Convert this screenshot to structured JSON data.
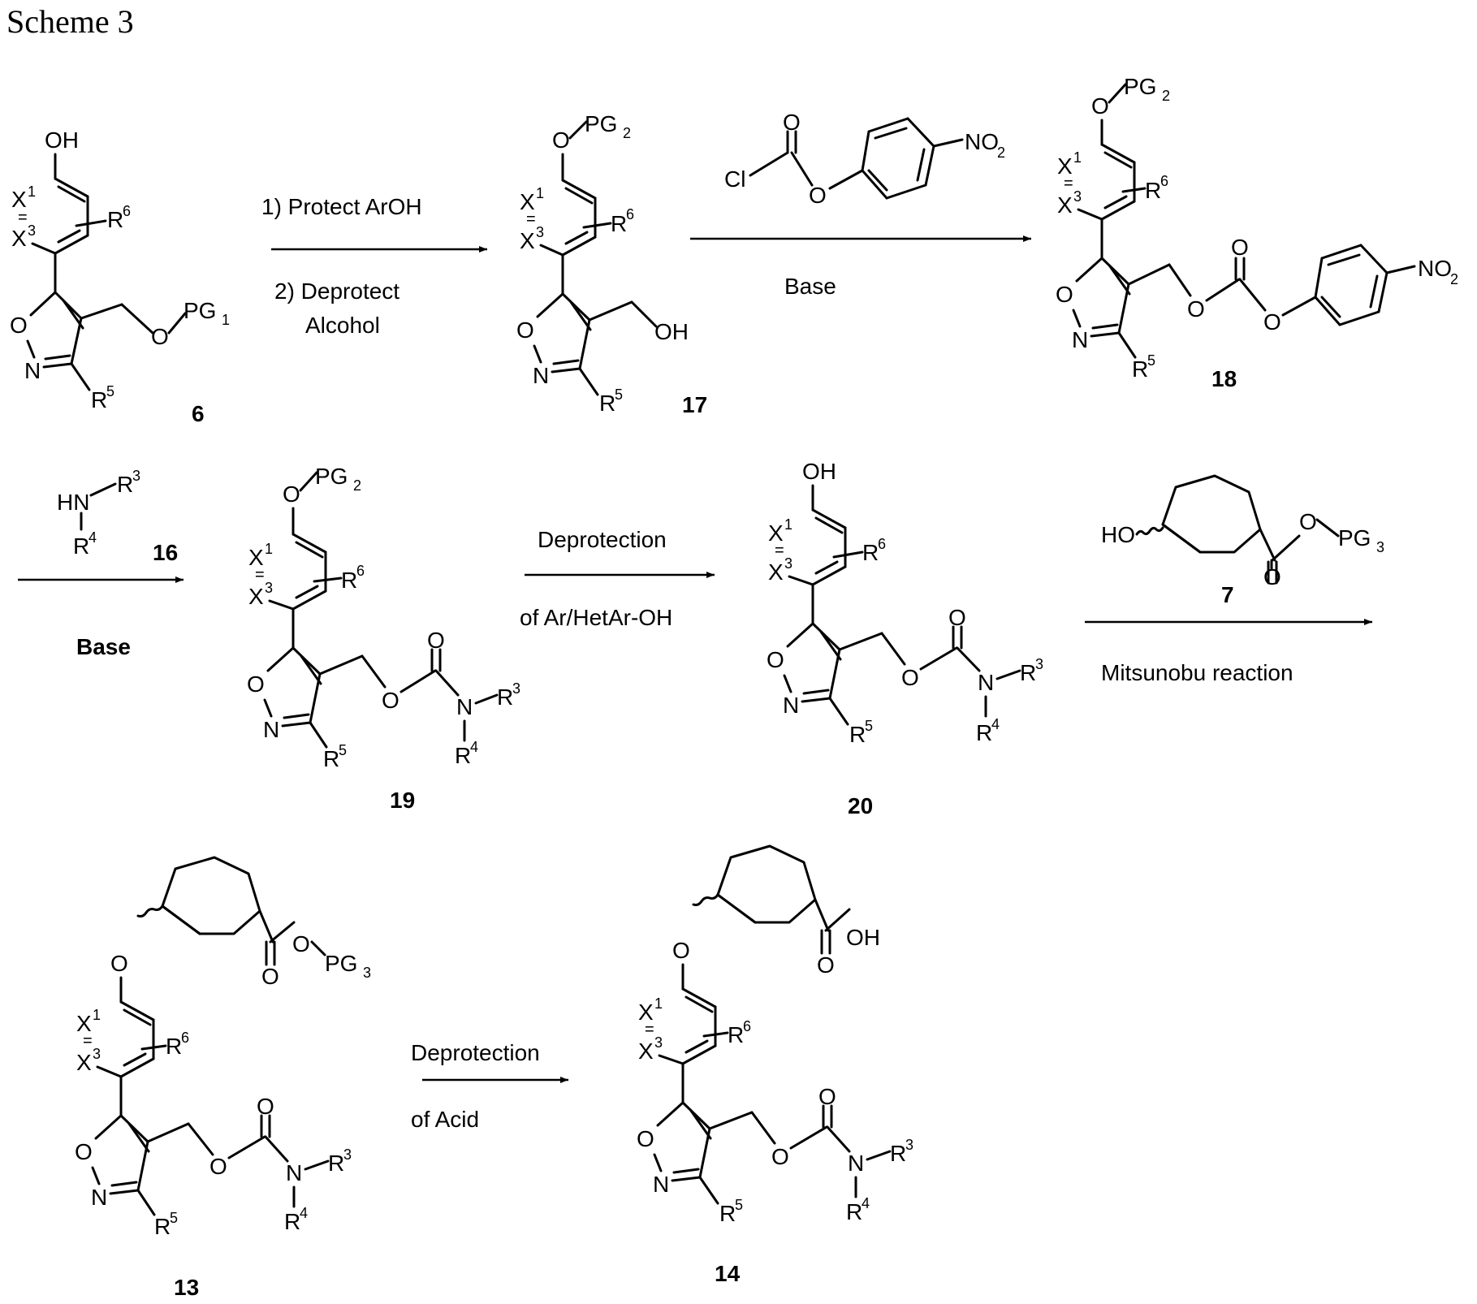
{
  "title": "Scheme 3",
  "steps": {
    "s1_line1": "1) Protect ArOH",
    "s1_line2": "2) Deprotect",
    "s1_line3": "Alcohol",
    "s2_reagent_cl": "Cl",
    "s2_reagent_no2": "NO",
    "s2_base": "Base",
    "s3_hn": "HN",
    "s3_compound": "16",
    "s3_base": "Base",
    "s4_line1": "Deprotection",
    "s4_line2": "of Ar/HetAr-OH",
    "s5_ho": "HO",
    "s5_compound": "7",
    "s5_label": "Mitsunobu reaction",
    "s6_line1": "Deprotection",
    "s6_line2": "of Acid"
  },
  "compounds": {
    "c6": "6",
    "c17": "17",
    "c18": "18",
    "c19": "19",
    "c20": "20",
    "c13": "13",
    "c14": "14"
  },
  "atoms": {
    "O": "O",
    "N": "N",
    "OH": "OH",
    "X": "X",
    "R": "R",
    "PG": "PG",
    "eq": "="
  }
}
